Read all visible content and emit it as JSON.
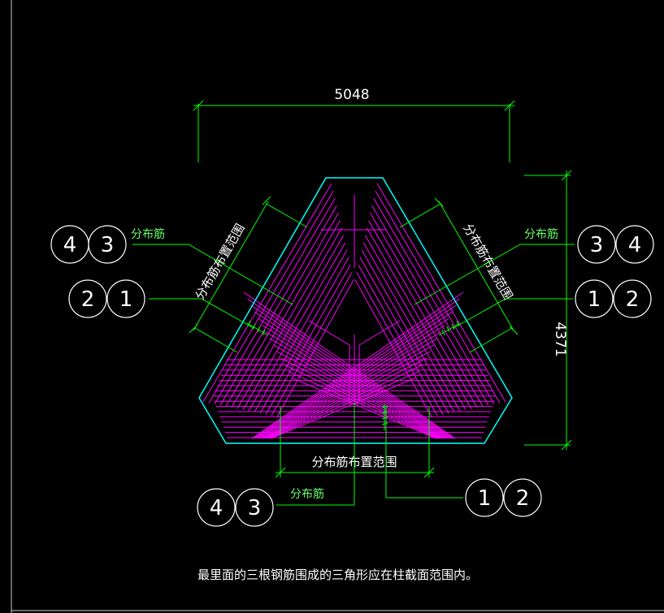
{
  "dimensions": {
    "width_label": "5048",
    "height_label": "4371"
  },
  "labels": {
    "distribution_bar": "分布筋",
    "distribution_range": "分布筋布置范围"
  },
  "callouts": {
    "top_left": [
      "4",
      "3"
    ],
    "mid_left": [
      "2",
      "1"
    ],
    "top_right": [
      "3",
      "4"
    ],
    "mid_right": [
      "1",
      "2"
    ],
    "bottom_left": [
      "4",
      "3"
    ],
    "bottom_right": [
      "1",
      "2"
    ]
  },
  "caption": "最里面的三根钢筋围成的三角形应在柱截面范围内。",
  "colors": {
    "background": "#000000",
    "outline": "#00ffff",
    "rebar": "#ff00ff",
    "leader": "#00ff00",
    "text": "#ffffff"
  }
}
